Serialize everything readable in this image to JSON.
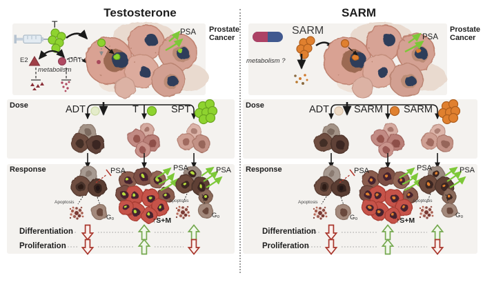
{
  "colors": {
    "testosterone_green": "#8ed32f",
    "sarm_orange": "#e0802f",
    "psa_arrow_green": "#7dc838",
    "inhibit_red": "#b23b30",
    "up_arrow_green": "#74a84e",
    "down_arrow_red": "#a8352b",
    "cell_salmon": "#d9a293",
    "nucleus_navy": "#2f3e5a",
    "panel_bg": "#f4f2ef"
  },
  "left": {
    "title": "Testosterone",
    "molecule": "T",
    "e2": "E2",
    "dht": "DHT",
    "metabolism": "metabolism",
    "psa_top": "PSA",
    "prostate_cancer": "Prostate Cancer",
    "dose_section": "Dose",
    "dose1": "ADT",
    "dose2": "T",
    "dose3": "SPT",
    "response_section": "Response",
    "psa1": "PSA",
    "psa2": "PSA",
    "psa3": "PSA",
    "apoptosis1": "Apoptosis",
    "apoptosis2": "Apoptosis",
    "g0_1": "G₀",
    "g0_2": "G₀",
    "sm": "↑S+M",
    "differentiation": "Differentiation",
    "proliferation": "Proliferation"
  },
  "right": {
    "title": "SARM",
    "molecule": "SARM",
    "metabolism": "metabolism ?",
    "psa_top": "PSA",
    "prostate_cancer": "Prostate Cancer",
    "dose_section": "Dose",
    "dose1": "ADT",
    "dose2": "SARM",
    "dose3": "SARM",
    "response_section": "Response",
    "psa1": "PSA",
    "psa2": "PSA",
    "psa3": "PSA",
    "apoptosis1": "Apoptosis",
    "apoptosis2": "Apoptosis",
    "g0_1": "G₀",
    "g0_2": "G₀",
    "sm": "↑S+M",
    "differentiation": "Differentiation",
    "proliferation": "Proliferation"
  }
}
